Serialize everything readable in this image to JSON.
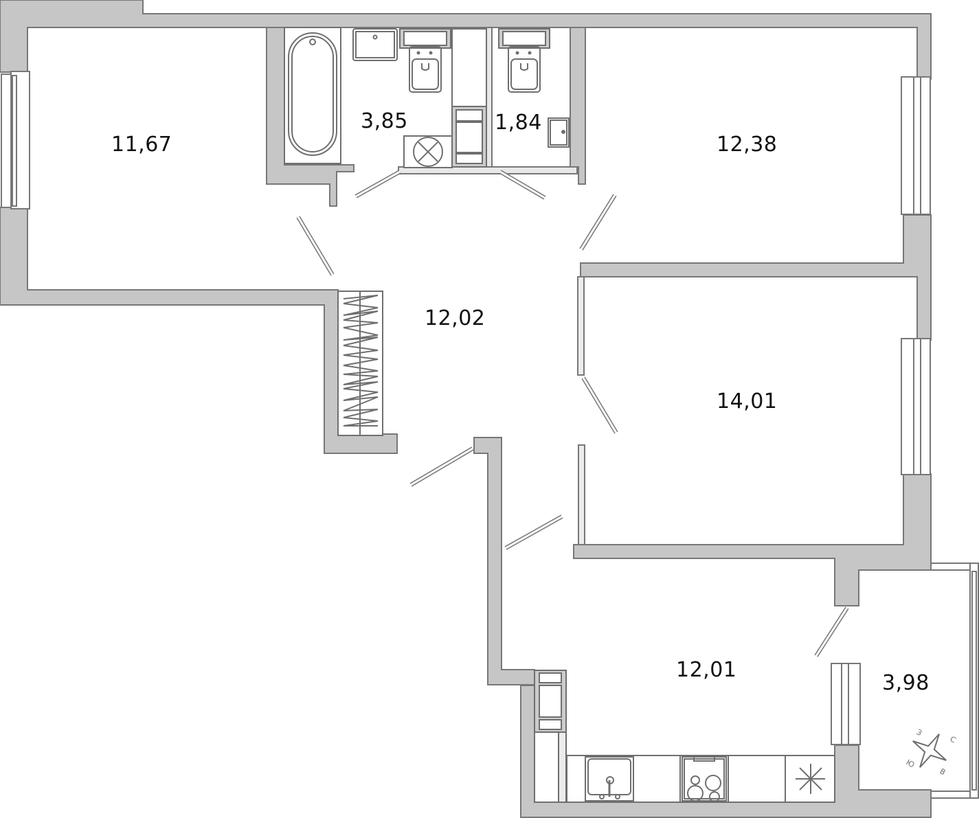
{
  "plan": {
    "type": "apartment-floor-plan",
    "colors": {
      "wall_fill": "#c6c6c6",
      "wall_stroke": "#777777",
      "fixture_stroke": "#6f6f6f",
      "background": "#ffffff",
      "label": "#111111"
    },
    "rooms": [
      {
        "id": "bedroom-west",
        "area": "11,67"
      },
      {
        "id": "bathroom",
        "area": "3,85"
      },
      {
        "id": "toilet",
        "area": "1,84"
      },
      {
        "id": "bedroom-northeast",
        "area": "12,38"
      },
      {
        "id": "hallway",
        "area": "12,02"
      },
      {
        "id": "bedroom-east",
        "area": "14,01"
      },
      {
        "id": "kitchen",
        "area": "12,01"
      },
      {
        "id": "balcony",
        "area": "3,98"
      }
    ],
    "compass": {
      "north": "С",
      "east": "В",
      "south": "Ю",
      "west": "З"
    }
  }
}
